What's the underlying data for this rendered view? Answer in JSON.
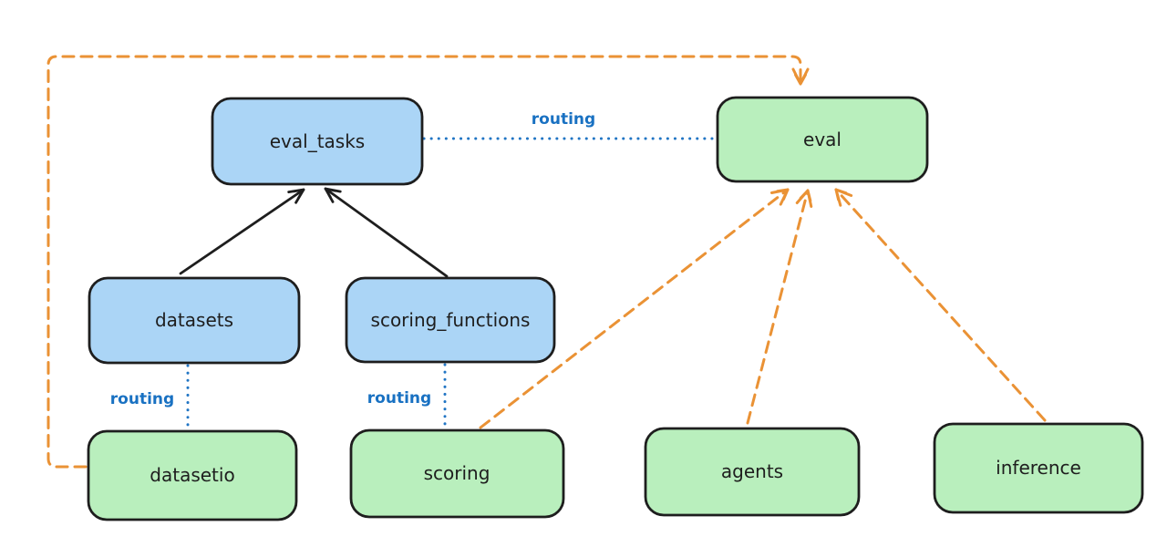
{
  "diagram": {
    "description": "Routing diagram: eval_tasks resources route to the eval API; datasets route to datasetio; scoring_functions route to scoring; datasetio, scoring, agents and inference providers feed the eval API.",
    "colors": {
      "resource_fill_blue": "#abd5f6",
      "api_fill_green": "#b9efbd",
      "stroke_black": "#1e1e1e",
      "routing_blue": "#1971c2",
      "dependency_orange": "#ea9235",
      "background": "#ffffff"
    },
    "nodes": {
      "eval_tasks": {
        "label": "eval_tasks",
        "color": "blue"
      },
      "eval": {
        "label": "eval",
        "color": "green"
      },
      "datasets": {
        "label": "datasets",
        "color": "blue"
      },
      "scoring_functions": {
        "label": "scoring_functions",
        "color": "blue"
      },
      "datasetio": {
        "label": "datasetio",
        "color": "green"
      },
      "scoring": {
        "label": "scoring",
        "color": "green"
      },
      "agents": {
        "label": "agents",
        "color": "green"
      },
      "inference": {
        "label": "inference",
        "color": "green"
      }
    },
    "edges": [
      {
        "from": "datasets",
        "to": "eval_tasks",
        "style": "solid",
        "color": "black",
        "arrow": true,
        "label": ""
      },
      {
        "from": "scoring_functions",
        "to": "eval_tasks",
        "style": "solid",
        "color": "black",
        "arrow": true,
        "label": ""
      },
      {
        "from": "eval_tasks",
        "to": "eval",
        "style": "dotted",
        "color": "blue",
        "arrow": false,
        "label": "routing"
      },
      {
        "from": "datasets",
        "to": "datasetio",
        "style": "dotted",
        "color": "blue",
        "arrow": false,
        "label": "routing"
      },
      {
        "from": "scoring_functions",
        "to": "scoring",
        "style": "dotted",
        "color": "blue",
        "arrow": false,
        "label": "routing"
      },
      {
        "from": "datasetio",
        "to": "eval",
        "style": "dashed",
        "color": "orange",
        "arrow": true,
        "route": "around-left-and-top",
        "label": ""
      },
      {
        "from": "scoring",
        "to": "eval",
        "style": "dashed",
        "color": "orange",
        "arrow": true,
        "label": ""
      },
      {
        "from": "agents",
        "to": "eval",
        "style": "dashed",
        "color": "orange",
        "arrow": true,
        "label": ""
      },
      {
        "from": "inference",
        "to": "eval",
        "style": "dashed",
        "color": "orange",
        "arrow": true,
        "label": ""
      }
    ]
  }
}
